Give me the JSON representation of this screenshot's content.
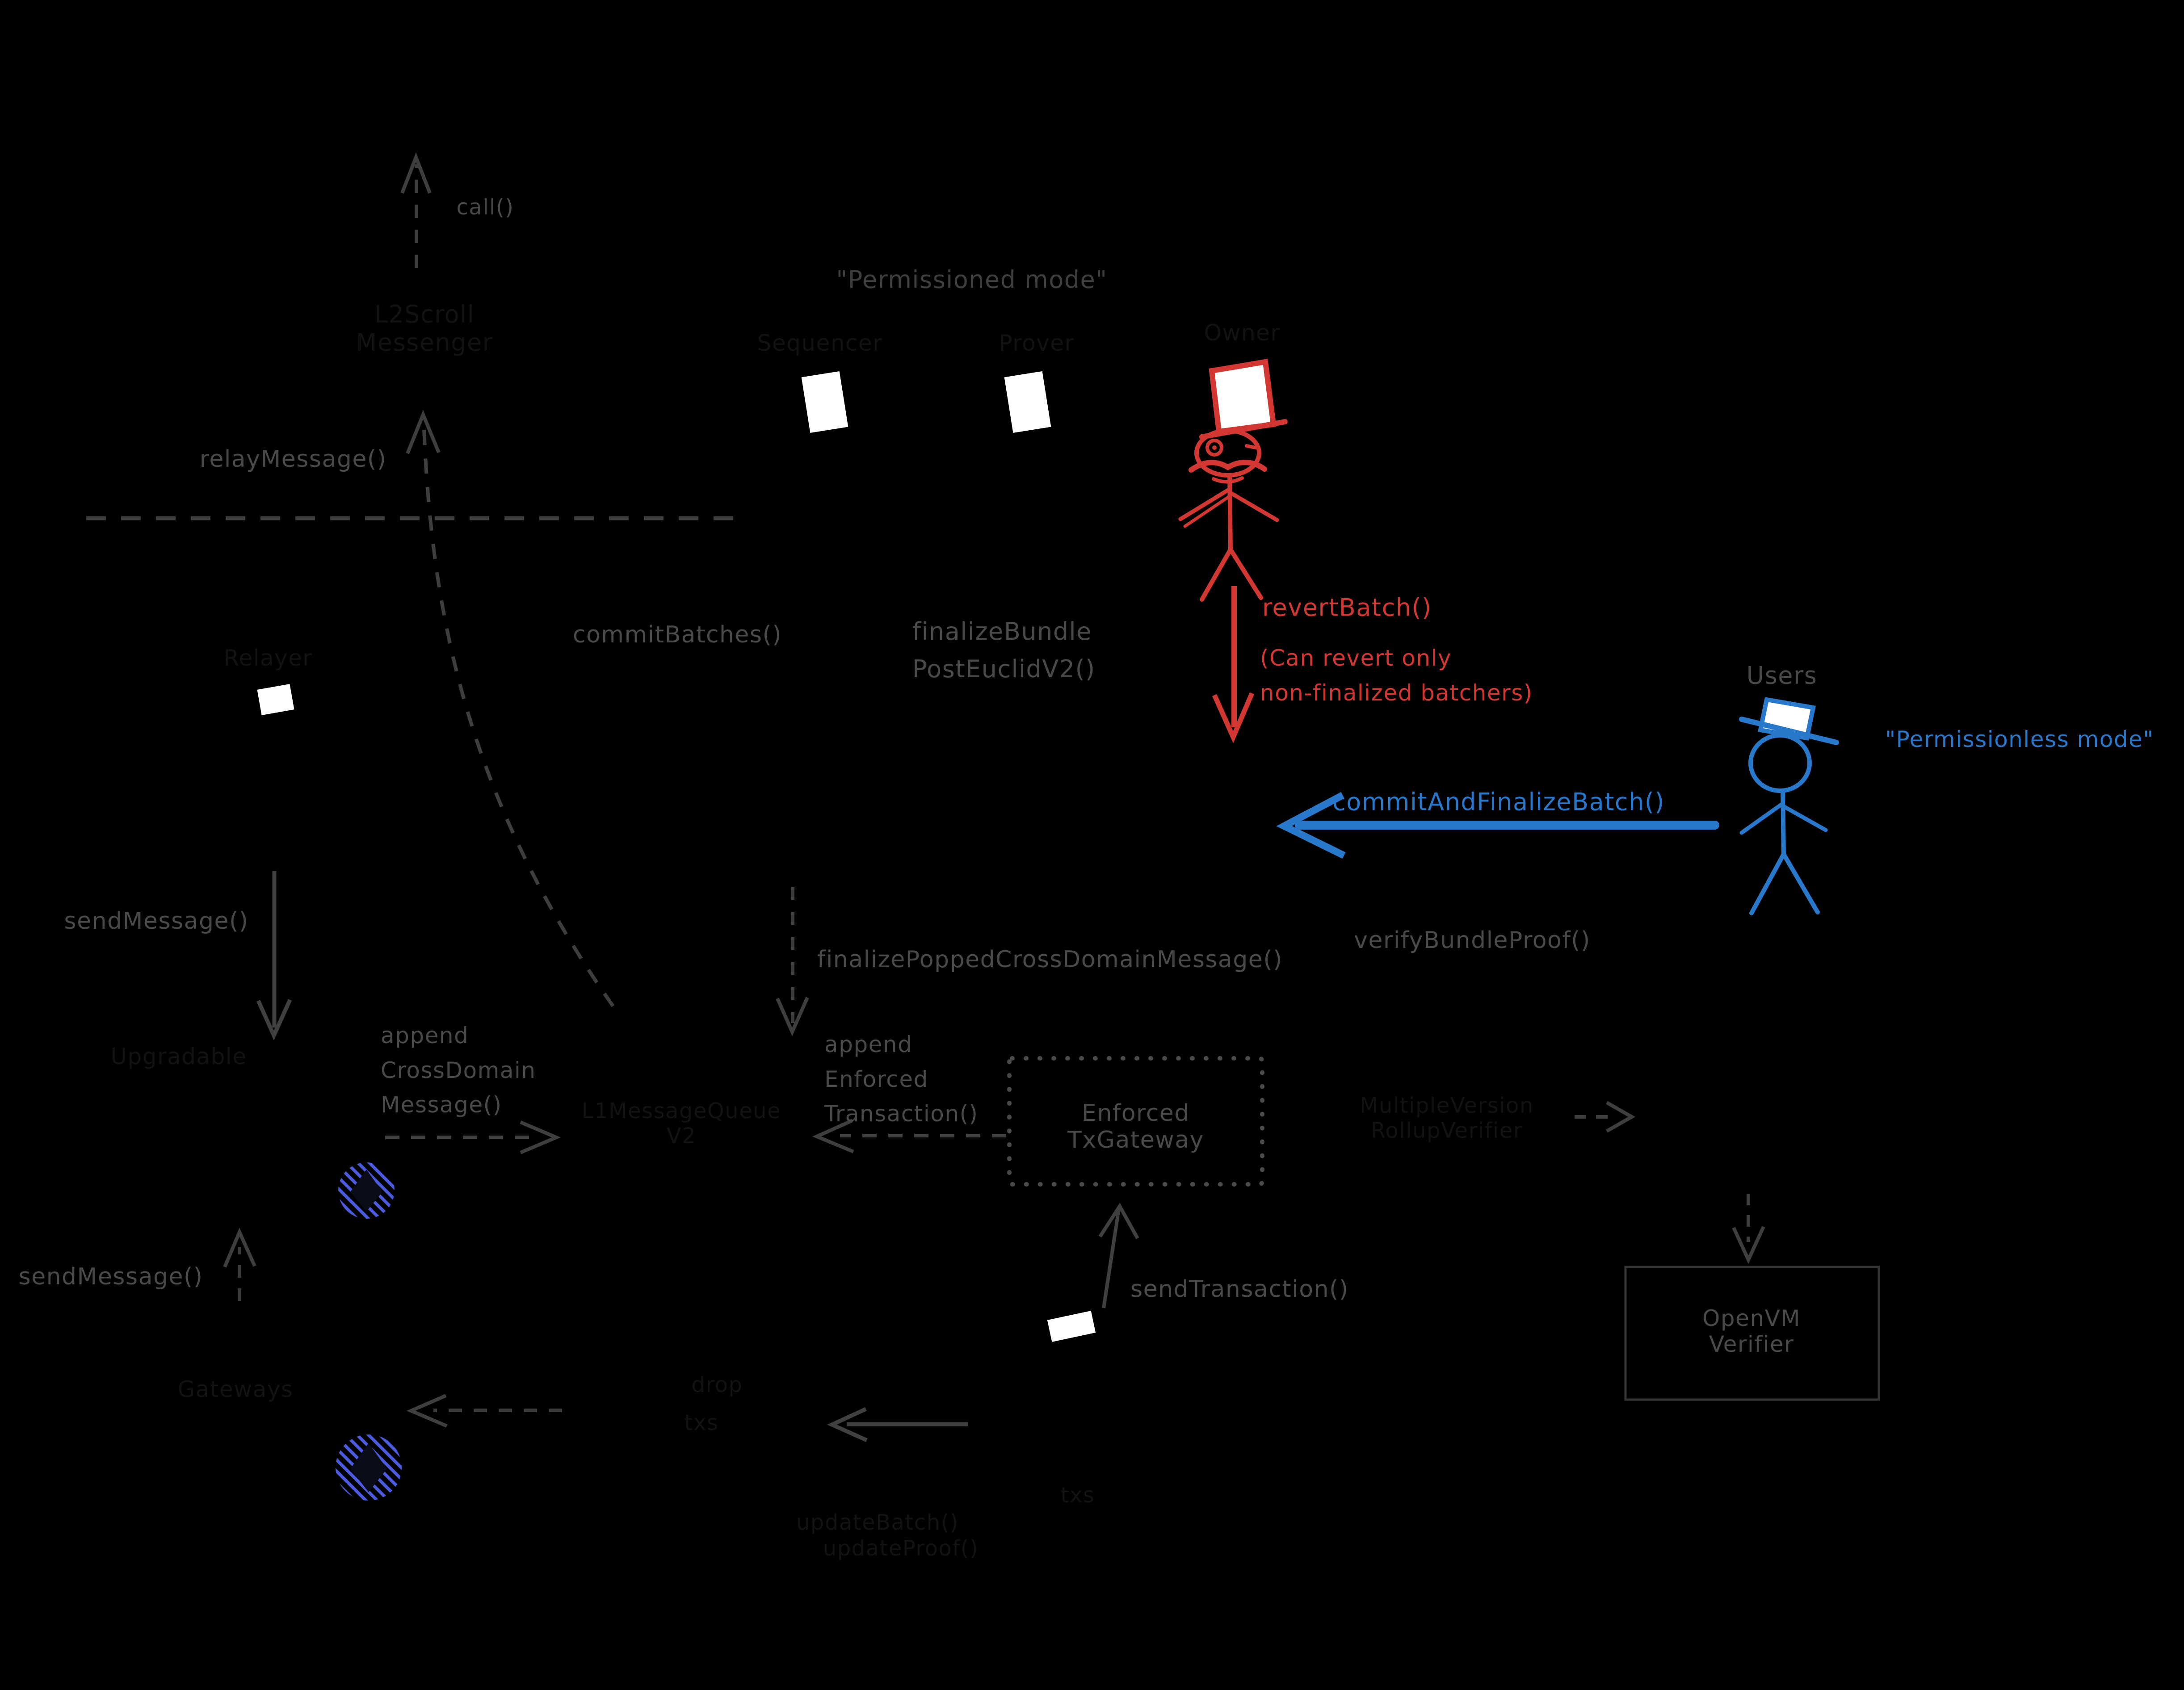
{
  "colors": {
    "background": "#000000",
    "label_gray": "#4a4a4a",
    "accent_red": "#d23732",
    "accent_blue": "#2878cb",
    "eth_hatch_blue": "#4a5be0",
    "hat_white": "#ffffff",
    "faint_ink": "#121212"
  },
  "labels": {
    "call": "call()",
    "permissioned_mode": "\"Permissioned mode\"",
    "relay_message": "relayMessage()",
    "commit_batches": "commitBatches()",
    "finalize_bundle": [
      "finalizeBundle",
      "PostEuclidV2()"
    ],
    "revert_batch": "revertBatch()",
    "revert_note": [
      "(Can revert only",
      "non-finalized batchers)"
    ],
    "users": "Users",
    "permissionless_mode": "\"Permissionless mode\"",
    "commit_and_finalize_batch": "commitAndFinalizeBatch()",
    "send_message": "sendMessage()",
    "finalize_popped": "finalizePoppedCrossDomainMessage()",
    "verify_bundle_proof": "verifyBundleProof()",
    "append_cross_domain": [
      "append",
      "CrossDomain",
      "Message()"
    ],
    "append_enforced": [
      "append",
      "Enforced",
      "Transaction()"
    ],
    "enforced_tx_gateway": [
      "Enforced",
      "TxGateway"
    ],
    "send_transaction": "sendTransaction()",
    "openvm_verifier": [
      "OpenVM",
      "Verifier"
    ],
    "send_message_2": "sendMessage()"
  },
  "faint_labels": {
    "l2_scroll_messenger": [
      "L2Scroll",
      "Messenger"
    ],
    "sequencer": "Sequencer",
    "prover": "Prover",
    "owner": "Owner",
    "relayer": "Relayer",
    "upgradable": "Upgradable",
    "l1_message_queue": [
      "L1MessageQueue",
      "V2"
    ],
    "gateways": "Gateways",
    "rollup_verifier": [
      "MultipleVersion",
      "RollupVerifier"
    ],
    "drop": "drop",
    "txs": "txs",
    "txs_2": "txs",
    "update_1": "updateBatch()",
    "update_2": "updateProof()"
  }
}
